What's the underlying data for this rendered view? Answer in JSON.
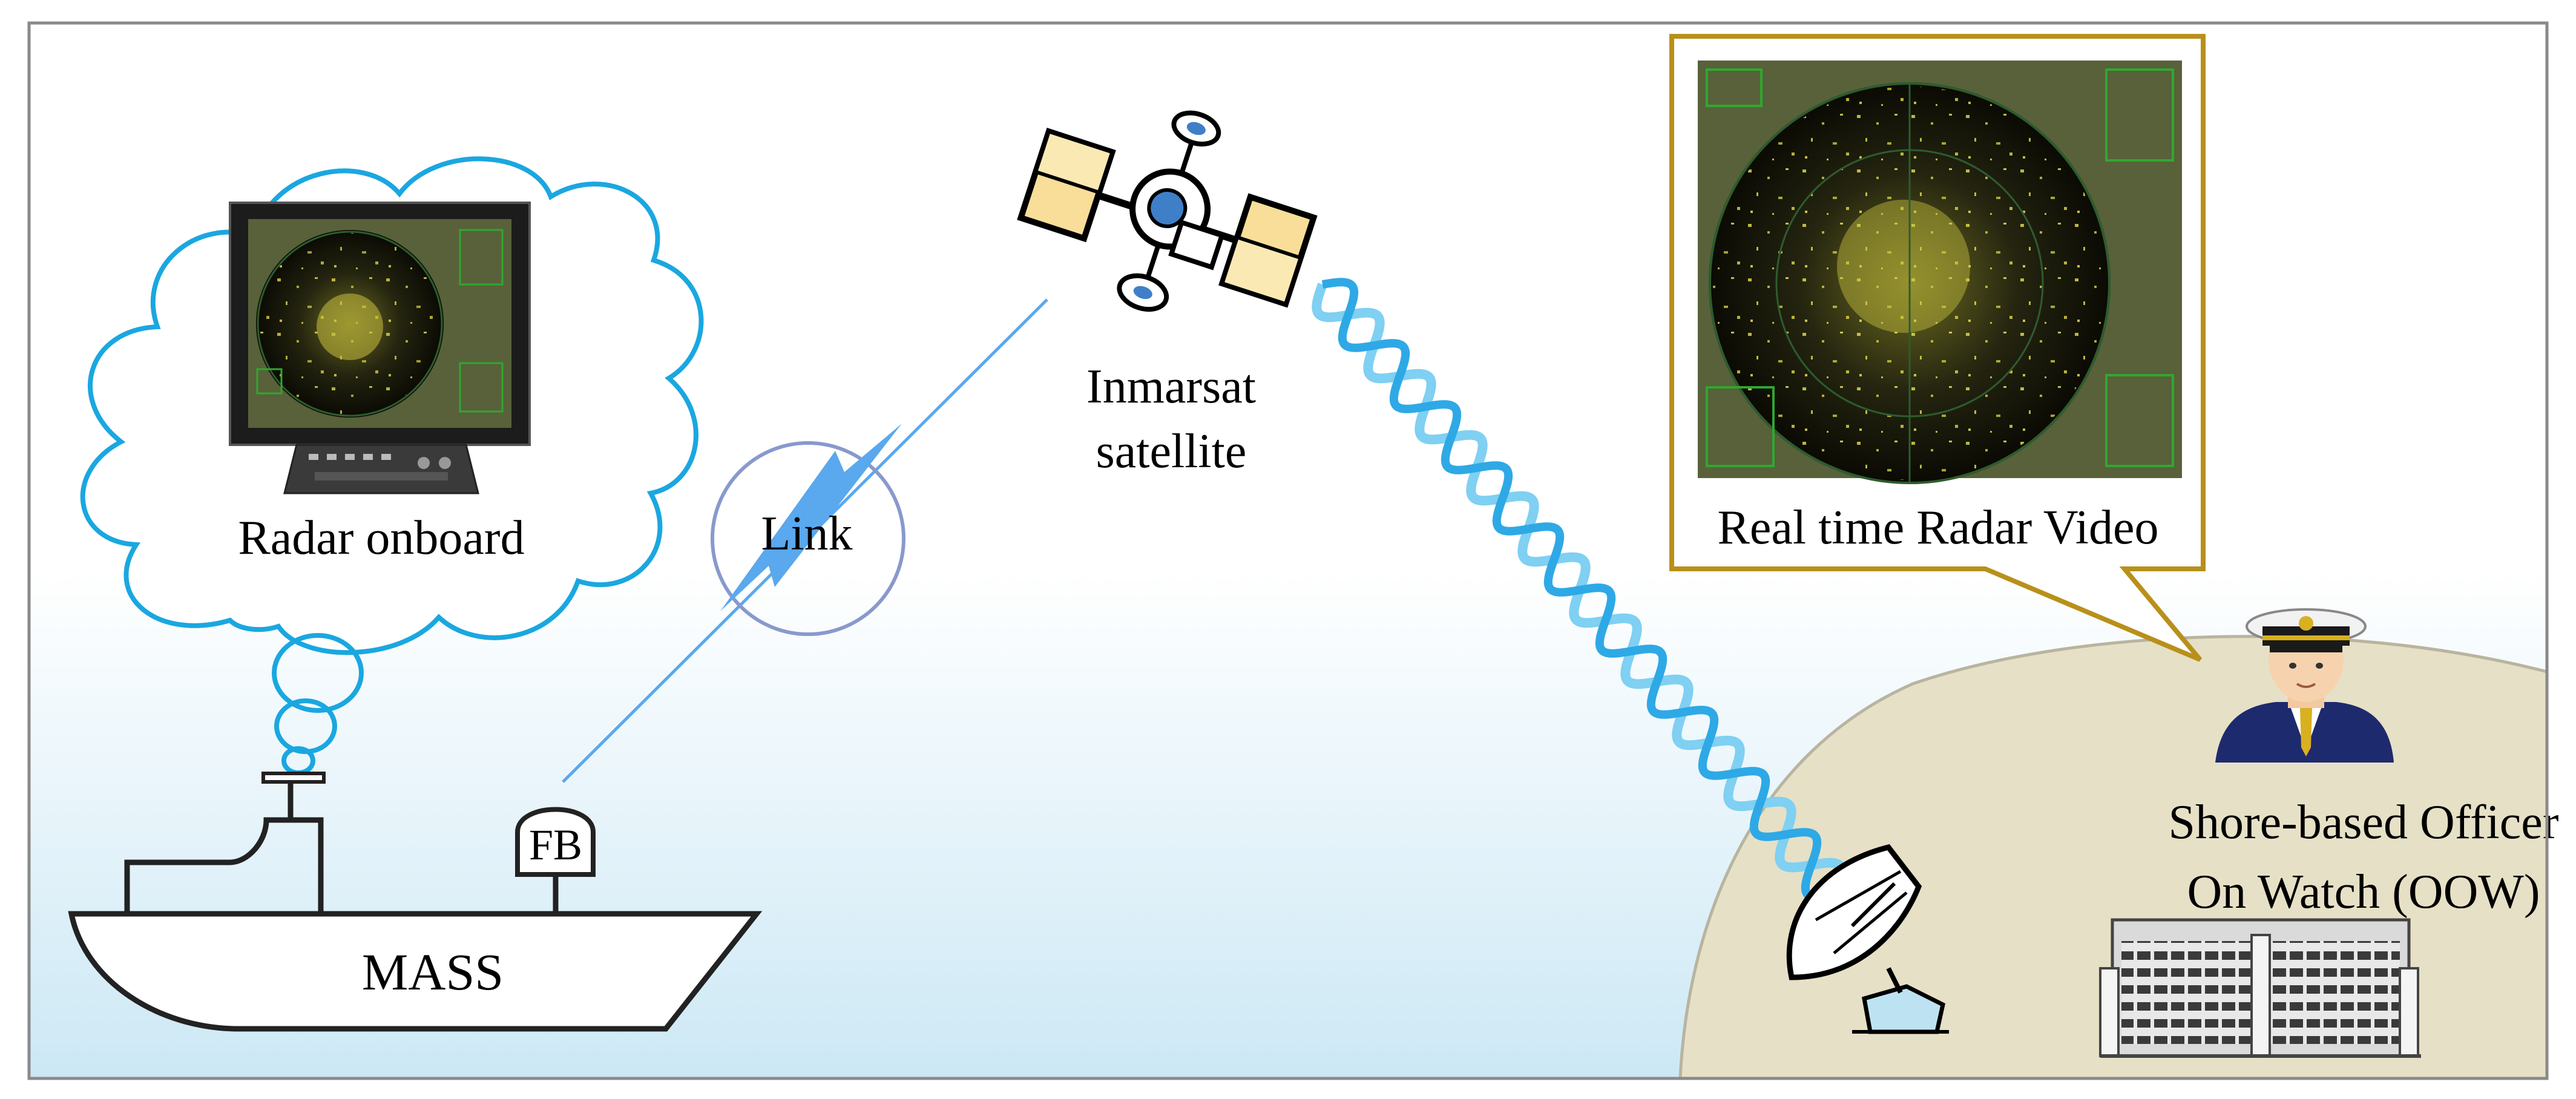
{
  "labels": {
    "radar_onboard": "Radar onboard",
    "link": "Link",
    "satellite_line1": "Inmarsat",
    "satellite_line2": "satellite",
    "radar_video": "Real time Radar Video",
    "officer_line1": "Shore-based Officer",
    "officer_line2": "On Watch (OOW)",
    "fb": "FB",
    "mass": "MASS"
  },
  "colors": {
    "cloud_outline": "#1AA7E0",
    "link_beam": "#5AA8EE",
    "link_circle": "#8899CC",
    "wave": "#2EA9E6",
    "shore": "#E6E0C6",
    "callout_border": "#B8901A",
    "radar_screen": "#58613A",
    "radar_blips": "#E8E04A",
    "sky_gradient_bottom": "#CCE8F5"
  },
  "icons": [
    "radar-monitor-icon",
    "satellite-icon",
    "satellite-dish-icon",
    "officer-icon",
    "building-icon",
    "ship-icon"
  ]
}
